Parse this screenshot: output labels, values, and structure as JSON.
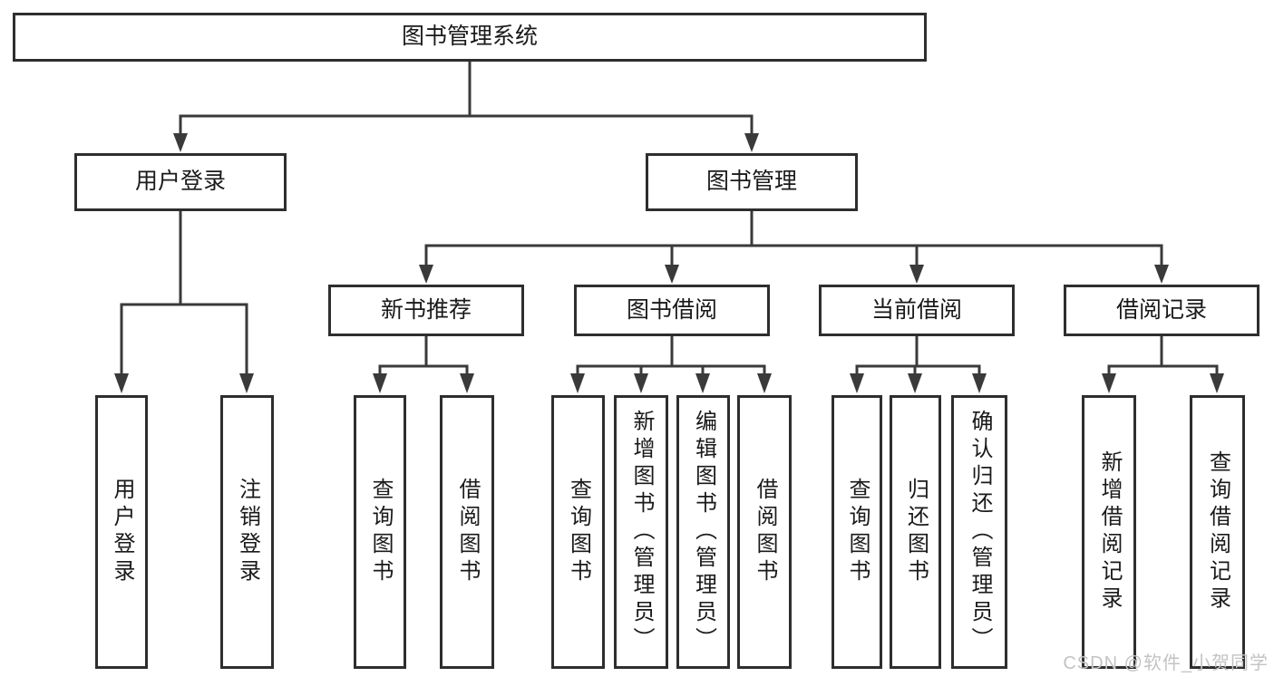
{
  "diagram": {
    "root": {
      "label": "图书管理系统"
    },
    "branches": [
      {
        "label": "用户登录",
        "children": [
          {
            "label": "用户登录"
          },
          {
            "label": "注销登录"
          }
        ]
      },
      {
        "label": "图书管理",
        "children": [
          {
            "label": "新书推荐",
            "children": [
              {
                "label": "查询图书"
              },
              {
                "label": "借阅图书"
              }
            ]
          },
          {
            "label": "图书借阅",
            "children": [
              {
                "label": "查询图书"
              },
              {
                "label": "新增图书（管理员）"
              },
              {
                "label": "编辑图书（管理员）"
              },
              {
                "label": "借阅图书"
              }
            ]
          },
          {
            "label": "当前借阅",
            "children": [
              {
                "label": "查询图书"
              },
              {
                "label": "归还图书"
              },
              {
                "label": "确认归还（管理员）"
              }
            ]
          },
          {
            "label": "借阅记录",
            "children": [
              {
                "label": "新增借阅记录"
              },
              {
                "label": "查询借阅记录"
              }
            ]
          }
        ]
      }
    ]
  },
  "watermark": {
    "text": "CSDN @软件_小贺同学"
  },
  "colors": {
    "line": "#3a3a3a",
    "box_border": "#2e2e2e",
    "text": "#1a1a1a",
    "watermark": "#c3c3c3",
    "background": "#ffffff"
  }
}
